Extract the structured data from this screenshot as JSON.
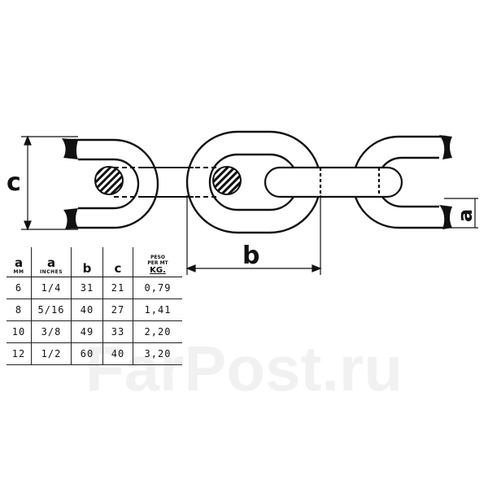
{
  "dimensions": {
    "c_label": "c",
    "a_label": "a",
    "b_label": "b"
  },
  "watermark": "FarPost.ru",
  "table": {
    "headers": [
      {
        "main": "a",
        "sub": "MM"
      },
      {
        "main": "a",
        "sub": "INCHES"
      },
      {
        "main": "b",
        "sub": ""
      },
      {
        "main": "c",
        "sub": ""
      },
      {
        "line1": "PESO",
        "line2": "PER MT",
        "line3": "KG."
      }
    ],
    "rows": [
      [
        "6",
        "1/4",
        "31",
        "21",
        "0,79"
      ],
      [
        "8",
        "5/16",
        "40",
        "27",
        "1,41"
      ],
      [
        "10",
        "3/8",
        "49",
        "33",
        "2,20"
      ],
      [
        "12",
        "1/2",
        "60",
        "40",
        "3,20"
      ]
    ]
  }
}
